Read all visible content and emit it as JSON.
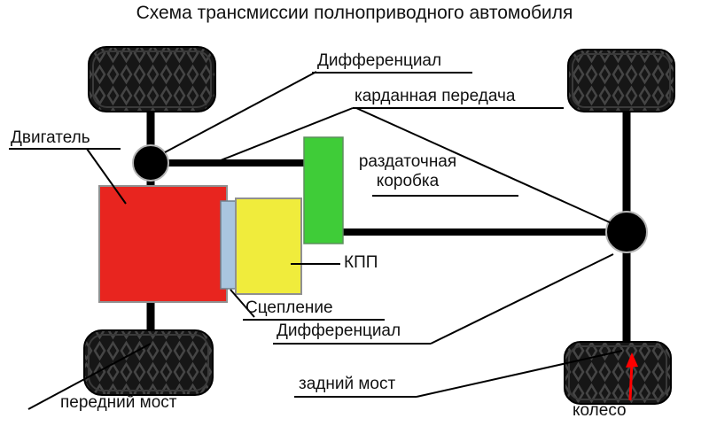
{
  "title": "Схема трансмиссии полноприводного автомобиля",
  "labels": {
    "differential_front": "Дифференциал",
    "cardan_shaft": "карданная передача",
    "engine": "Двигатель",
    "transfer_case": "раздаточная коробка",
    "gearbox": "КПП",
    "clutch": "Сцепление",
    "differential_rear": "Дифференциал",
    "rear_axle": "задний мост",
    "front_axle": "передний мост",
    "wheel": "колесо"
  },
  "colors": {
    "engine_block": "#e8251f",
    "clutch_block": "#a9c5df",
    "gearbox_block": "#f0ec3c",
    "transfer_case_block": "#3fcc38",
    "block_border": "#909090",
    "tire": "#161616",
    "tread_mark": "#454545",
    "shaft": "#000000",
    "pointer_line": "#000000",
    "differential": "#000000",
    "differential_ring": "#b5b5b5",
    "wheel_arrow": "#ff0000",
    "text": "#111111",
    "background": "#ffffff"
  }
}
